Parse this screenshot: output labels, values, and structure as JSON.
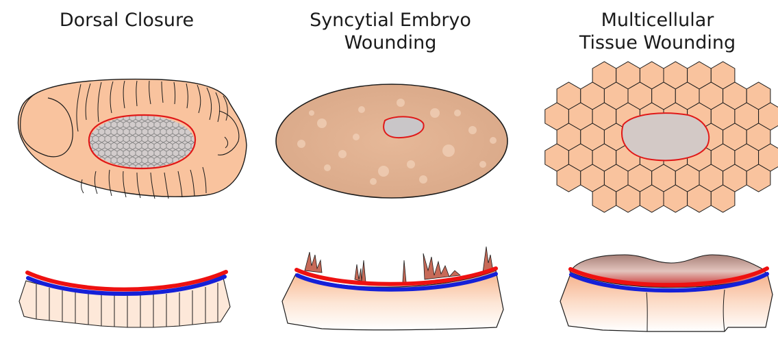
{
  "panels": [
    {
      "title": "Dorsal Closure"
    },
    {
      "title": "Syncytial Embryo\nWounding"
    },
    {
      "title": "Multicellular\nTissue Wounding"
    }
  ],
  "colors": {
    "tissue": "#f9c39e",
    "wound_fill": "#c9c4c4",
    "wound_edge": "#e01818",
    "actin_red": "#ee1111",
    "membrane_blue": "#1520d8",
    "outline": "#1a1a1a"
  }
}
